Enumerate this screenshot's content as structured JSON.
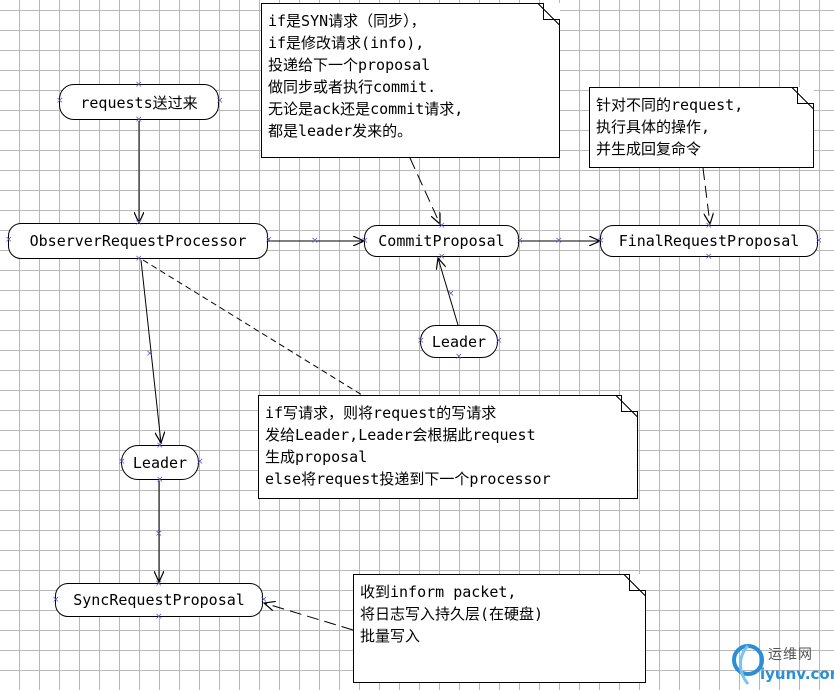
{
  "nodes": {
    "requests": "requests送过来",
    "observer": "ObserverRequestProcessor",
    "commit": "CommitProposal",
    "final": "FinalRequestProposal",
    "leader_right": "Leader",
    "leader_left": "Leader",
    "sync": "SyncRequestProposal"
  },
  "notes": {
    "sync_commit": "if是SYN请求（同步），\nif是修改请求(info),\n投递给下一个proposal\n做同步或者执行commit.\n无论是ack还是commit请求,\n都是leader发来的。",
    "final_request": "针对不同的request,\n执行具体的操作,\n并生成回复命令",
    "write_request": "if写请求，则将request的写请求\n发给Leader,Leader会根据此request\n生成proposal\nelse将request投递到下一个processor",
    "inform_packet": "收到inform packet,\n将日志写入持久层(在硬盘)\n批量写入"
  },
  "watermark": {
    "line1": "运维网",
    "line2": "iyunv.com",
    "color": "#2a8fd6"
  },
  "colors": {
    "handle": "#5a5ac8",
    "grid": "#b8b8b8"
  }
}
